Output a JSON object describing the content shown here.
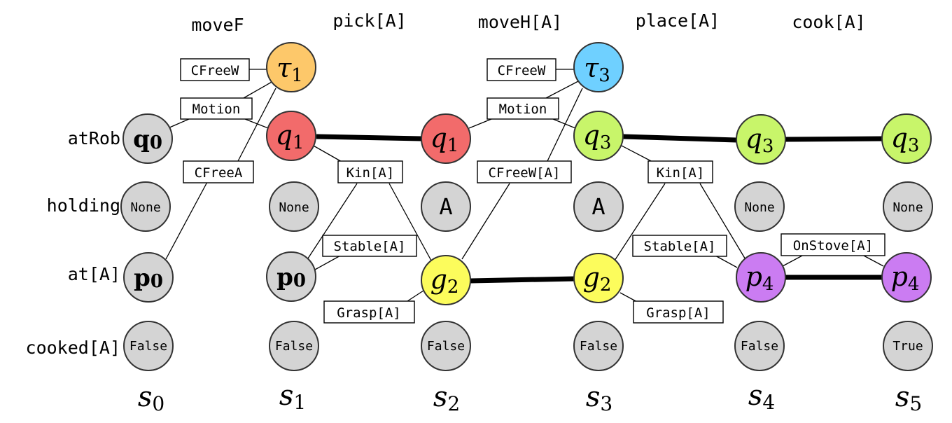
{
  "colors": {
    "gray": "#d4d4d4",
    "orange": "#fdc86a",
    "blue": "#6fd0ff",
    "red": "#f26b6b",
    "green": "#c8f56a",
    "yellow": "#fcfc5c",
    "purple": "#cb7cf2"
  },
  "actions": [
    {
      "id": "moveF",
      "label": "moveF"
    },
    {
      "id": "pick",
      "label": "pick[A]"
    },
    {
      "id": "moveH",
      "label": "moveH[A]"
    },
    {
      "id": "place",
      "label": "place[A]"
    },
    {
      "id": "cook",
      "label": "cook[A]"
    }
  ],
  "rows": [
    {
      "id": "atRob",
      "label": "atRob"
    },
    {
      "id": "holding",
      "label": "holding"
    },
    {
      "id": "atA",
      "label": "at[A]"
    },
    {
      "id": "cooked",
      "label": "cooked[A]"
    }
  ],
  "states": [
    {
      "base": "s",
      "sub": "0"
    },
    {
      "base": "s",
      "sub": "1"
    },
    {
      "base": "s",
      "sub": "2"
    },
    {
      "base": "s",
      "sub": "3"
    },
    {
      "base": "s",
      "sub": "4"
    },
    {
      "base": "s",
      "sub": "5"
    }
  ],
  "constraints": {
    "cfreew_1": "CFreeW",
    "motion_1": "Motion",
    "cfreea": "CFreeA",
    "kin_1": "Kin[A]",
    "stable_1": "Stable[A]",
    "grasp_1": "Grasp[A]",
    "cfreew_3": "CFreeW",
    "motion_3": "Motion",
    "cfreewa": "CFreeW[A]",
    "kin_2": "Kin[A]",
    "stable_2": "Stable[A]",
    "grasp_2": "Grasp[A]",
    "onstove": "OnStove[A]"
  },
  "nodes": {
    "tau1": {
      "base": "τ",
      "sub": "1"
    },
    "tau3": {
      "base": "τ",
      "sub": "3"
    },
    "q0": {
      "base": "q",
      "sub": "0"
    },
    "q1_s1": {
      "base": "q",
      "sub": "1"
    },
    "q1_s2": {
      "base": "q",
      "sub": "1"
    },
    "q3_s3": {
      "base": "q",
      "sub": "3"
    },
    "q3_s4": {
      "base": "q",
      "sub": "3"
    },
    "q3_s5": {
      "base": "q",
      "sub": "3"
    },
    "none_s0": {
      "text": "None"
    },
    "none_s1": {
      "text": "None"
    },
    "a_s2": {
      "text": "A"
    },
    "a_s3": {
      "text": "A"
    },
    "none_s4": {
      "text": "None"
    },
    "none_s5": {
      "text": "None"
    },
    "p0_s0": {
      "base": "p",
      "sub": "0"
    },
    "p0_s1": {
      "base": "p",
      "sub": "0"
    },
    "g2_s2": {
      "base": "g",
      "sub": "2"
    },
    "g2_s3": {
      "base": "g",
      "sub": "2"
    },
    "p4_s4": {
      "base": "p",
      "sub": "4"
    },
    "p4_s5": {
      "base": "p",
      "sub": "4"
    },
    "false_s0": {
      "text": "False"
    },
    "false_s1": {
      "text": "False"
    },
    "false_s2": {
      "text": "False"
    },
    "false_s3": {
      "text": "False"
    },
    "false_s4": {
      "text": "False"
    },
    "true_s5": {
      "text": "True"
    }
  }
}
